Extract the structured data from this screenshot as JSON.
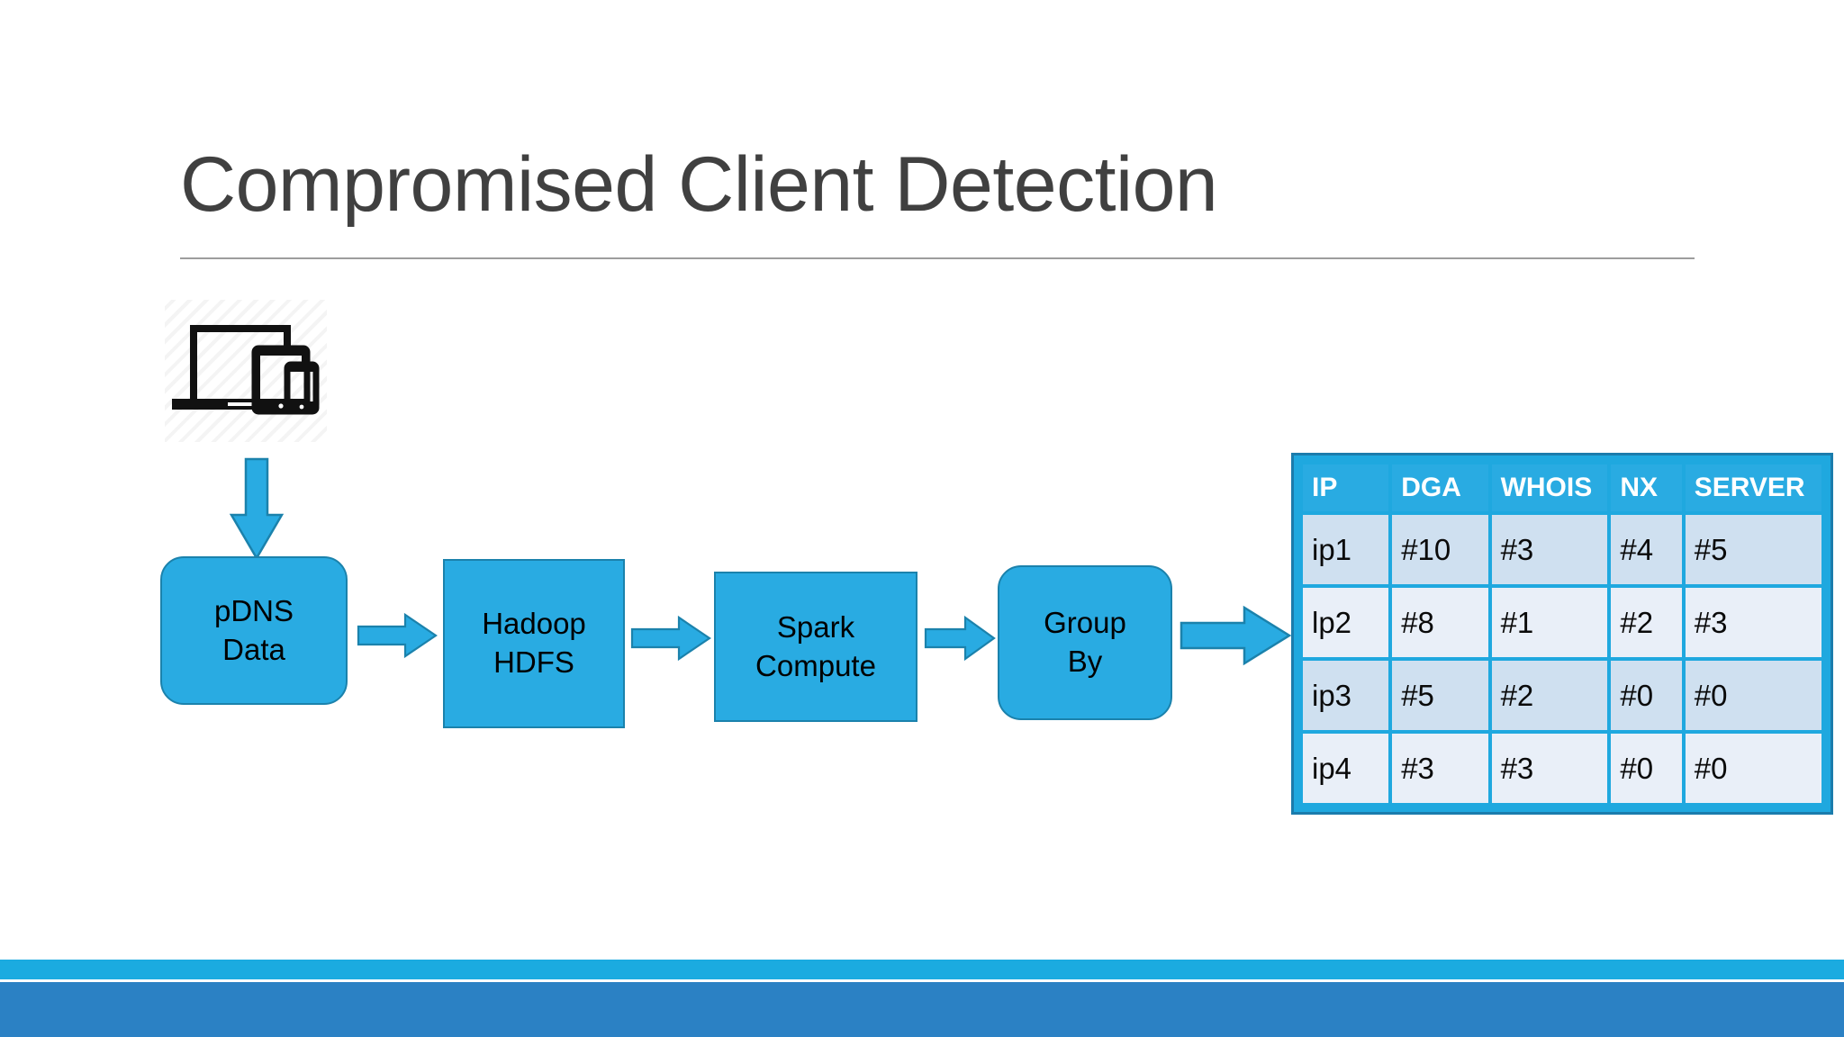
{
  "slide": {
    "title": "Compromised Client Detection"
  },
  "source_icon": {
    "name": "devices-icon",
    "label": "laptop-tablet-phone"
  },
  "flow": {
    "down_arrow_label": "down-arrow",
    "steps": [
      {
        "id": "pdns",
        "lines": [
          "pDNS",
          "Data"
        ],
        "shape": "rounded"
      },
      {
        "id": "hadoop",
        "lines": [
          "Hadoop",
          "HDFS"
        ],
        "shape": "rect"
      },
      {
        "id": "spark",
        "lines": [
          "Spark",
          "Compute"
        ],
        "shape": "rect"
      },
      {
        "id": "groupby",
        "lines": [
          "Group",
          "By"
        ],
        "shape": "rounded"
      }
    ],
    "arrows": [
      "arrow-right",
      "arrow-right",
      "arrow-right",
      "arrow-right"
    ]
  },
  "result_table": {
    "headers": [
      "IP",
      "DGA",
      "WHOIS",
      "NX",
      "SERVER"
    ],
    "rows": [
      [
        "ip1",
        "#10",
        "#3",
        "#4",
        "#5"
      ],
      [
        "lp2",
        "#8",
        "#1",
        "#2",
        "#3"
      ],
      [
        "ip3",
        "#5",
        "#2",
        "#0",
        "#0"
      ],
      [
        "ip4",
        "#3",
        "#3",
        "#0",
        "#0"
      ]
    ]
  },
  "colors": {
    "accent_cyan": "#29ABE2",
    "accent_cyan_dark": "#1B82AC",
    "bottom_stripe": "#1BABE0",
    "bottom_band": "#2B81C4",
    "row_odd": "#CFE0F0",
    "row_even": "#E9EFF8",
    "title_gray": "#404040",
    "rule_gray": "#9D9D9D"
  }
}
